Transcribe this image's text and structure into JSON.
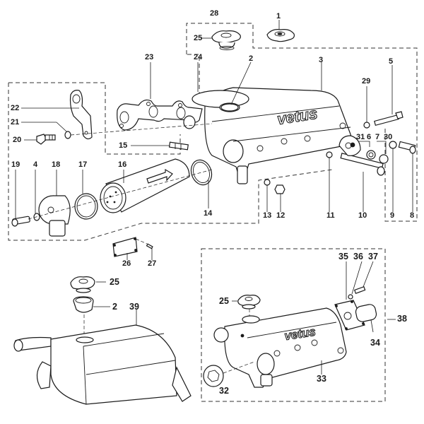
{
  "diagram": {
    "title": "Exhaust manifold / heat exchanger exploded view",
    "brand_logo_text": "vetus",
    "arrow_direction": "flow-right",
    "callouts": [
      {
        "id": "c1",
        "label": "1"
      },
      {
        "id": "c2",
        "label": "2"
      },
      {
        "id": "c3",
        "label": "3"
      },
      {
        "id": "c4",
        "label": "4"
      },
      {
        "id": "c5",
        "label": "5"
      },
      {
        "id": "c6",
        "label": "6"
      },
      {
        "id": "c7",
        "label": "7"
      },
      {
        "id": "c8",
        "label": "8"
      },
      {
        "id": "c9",
        "label": "9"
      },
      {
        "id": "c10",
        "label": "10"
      },
      {
        "id": "c11",
        "label": "11"
      },
      {
        "id": "c12",
        "label": "12"
      },
      {
        "id": "c13",
        "label": "13"
      },
      {
        "id": "c14",
        "label": "14"
      },
      {
        "id": "c15",
        "label": "15"
      },
      {
        "id": "c16",
        "label": "16"
      },
      {
        "id": "c17",
        "label": "17"
      },
      {
        "id": "c18",
        "label": "18"
      },
      {
        "id": "c19",
        "label": "19"
      },
      {
        "id": "c20",
        "label": "20"
      },
      {
        "id": "c21",
        "label": "21"
      },
      {
        "id": "c22",
        "label": "22"
      },
      {
        "id": "c23",
        "label": "23"
      },
      {
        "id": "c24",
        "label": "24"
      },
      {
        "id": "c25a",
        "label": "25"
      },
      {
        "id": "c26",
        "label": "26"
      },
      {
        "id": "c27",
        "label": "27"
      },
      {
        "id": "c28",
        "label": "28"
      },
      {
        "id": "c29",
        "label": "29"
      },
      {
        "id": "c30",
        "label": "30"
      },
      {
        "id": "c31",
        "label": "31"
      },
      {
        "id": "c25b",
        "label": "25"
      },
      {
        "id": "c2b",
        "label": "2"
      },
      {
        "id": "c39",
        "label": "39"
      },
      {
        "id": "c25c",
        "label": "25"
      },
      {
        "id": "c35",
        "label": "35"
      },
      {
        "id": "c36",
        "label": "36"
      },
      {
        "id": "c37",
        "label": "37"
      },
      {
        "id": "c38",
        "label": "38"
      },
      {
        "id": "c34",
        "label": "34"
      },
      {
        "id": "c33",
        "label": "33"
      },
      {
        "id": "c32",
        "label": "32"
      }
    ]
  }
}
